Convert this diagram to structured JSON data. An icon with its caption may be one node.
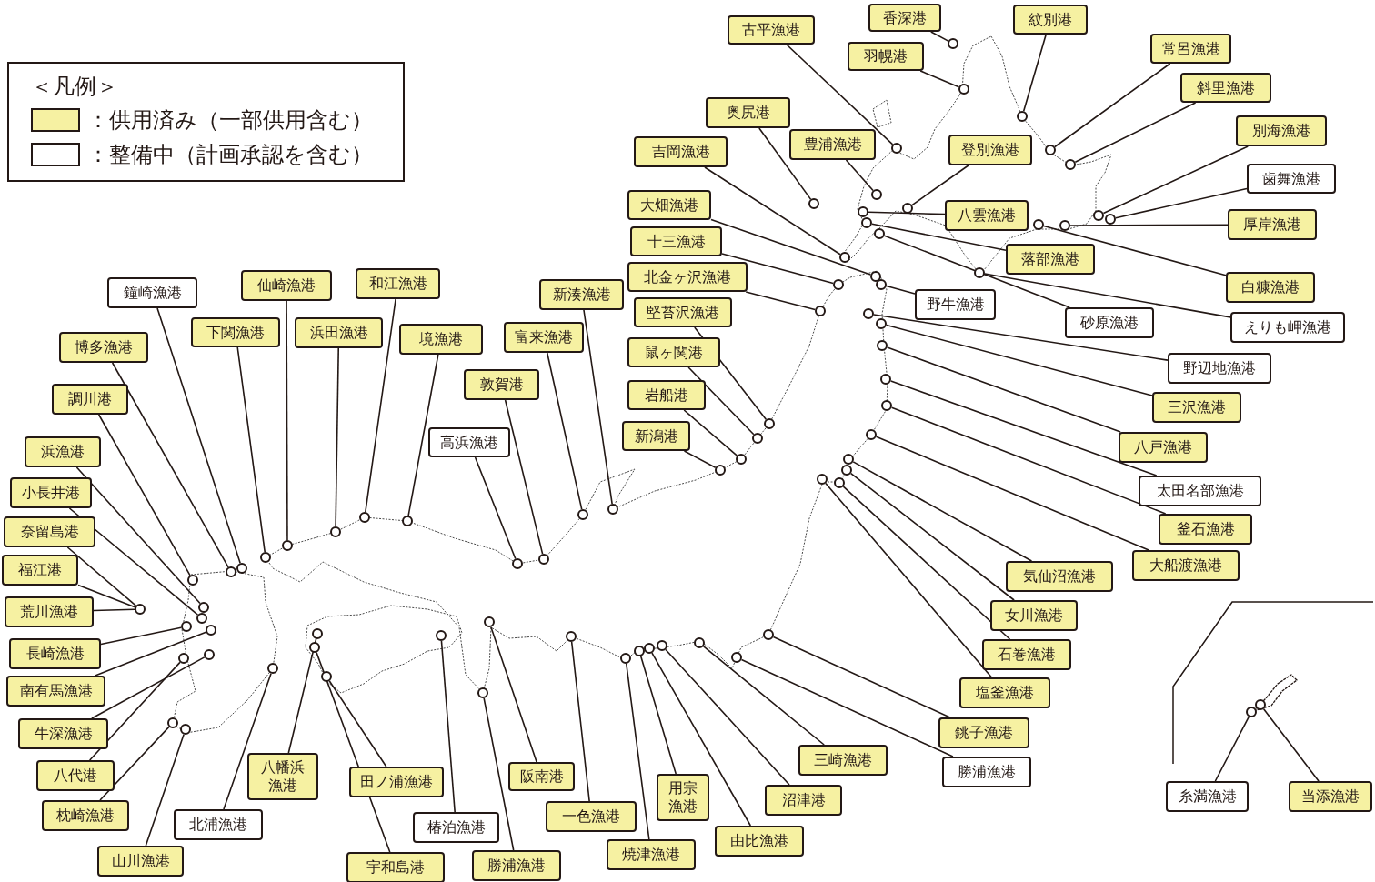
{
  "diagram": {
    "nodes": [
      {
        "text": [
          "古平漁港"
        ]
      },
      {
        "text": [
          "香深港"
        ]
      },
      {
        "text": [
          "羽幌港"
        ]
      },
      {
        "text": [
          "紋別港"
        ]
      },
      {
        "text": [
          "常呂漁港"
        ]
      },
      {
        "text": [
          "斜里漁港"
        ]
      },
      {
        "text": [
          "別海漁港"
        ]
      },
      {
        "text": [
          "歯舞漁港"
        ]
      },
      {
        "text": [
          "厚岸漁港"
        ]
      },
      {
        "text": [
          "白糠漁港"
        ]
      },
      {
        "text": [
          "えりも岬漁港"
        ]
      },
      {
        "text": [
          "砂原漁港"
        ]
      },
      {
        "text": [
          "落部漁港"
        ]
      },
      {
        "text": [
          "八雲漁港"
        ]
      },
      {
        "text": [
          "登別漁港"
        ]
      },
      {
        "text": [
          "豊浦漁港"
        ]
      },
      {
        "text": [
          "奥尻港"
        ]
      },
      {
        "text": [
          "吉岡漁港"
        ]
      },
      {
        "text": [
          "大畑漁港"
        ]
      },
      {
        "text": [
          "十三漁港"
        ]
      },
      {
        "text": [
          "北金ヶ沢漁港"
        ]
      },
      {
        "text": [
          "野牛漁港"
        ]
      },
      {
        "text": [
          "堅苔沢漁港"
        ]
      },
      {
        "text": [
          "鼠ヶ関港"
        ]
      },
      {
        "text": [
          "岩船港"
        ]
      },
      {
        "text": [
          "新潟港"
        ]
      },
      {
        "text": [
          "野辺地漁港"
        ]
      },
      {
        "text": [
          "三沢漁港"
        ]
      },
      {
        "text": [
          "八戸漁港"
        ]
      },
      {
        "text": [
          "太田名部漁港"
        ]
      },
      {
        "text": [
          "釜石漁港"
        ]
      },
      {
        "text": [
          "大船渡漁港"
        ]
      },
      {
        "text": [
          "気仙沼漁港"
        ]
      },
      {
        "text": [
          "女川漁港"
        ]
      },
      {
        "text": [
          "石巻漁港"
        ]
      },
      {
        "text": [
          "塩釜漁港"
        ]
      },
      {
        "text": [
          "銚子漁港"
        ]
      },
      {
        "text": [
          "勝浦漁港"
        ]
      },
      {
        "text": [
          "三崎漁港"
        ]
      },
      {
        "text": [
          "沼津港"
        ]
      },
      {
        "text": [
          "由比漁港"
        ]
      },
      {
        "text": [
          "用宗漁港"
        ]
      },
      {
        "text": [
          "焼津漁港"
        ]
      },
      {
        "text": [
          "一色漁港"
        ]
      },
      {
        "text": [
          "阪南港"
        ]
      },
      {
        "text": [
          "勝浦漁港"
        ]
      },
      {
        "text": [
          "椿泊漁港"
        ]
      },
      {
        "text": [
          "宇和島港"
        ]
      },
      {
        "text": [
          "田ノ浦漁港"
        ]
      },
      {
        "text": [
          "八幡浜漁港"
        ]
      },
      {
        "text": [
          "北浦漁港"
        ]
      },
      {
        "text": [
          "山川漁港"
        ]
      },
      {
        "text": [
          "枕崎漁港"
        ]
      },
      {
        "text": [
          "八代港"
        ]
      },
      {
        "text": [
          "牛深漁港"
        ]
      },
      {
        "text": [
          "南有馬漁港"
        ]
      },
      {
        "text": [
          "長崎漁港"
        ]
      },
      {
        "text": [
          "荒川漁港"
        ]
      },
      {
        "text": [
          "福江港"
        ]
      },
      {
        "text": [
          "奈留島港"
        ]
      },
      {
        "text": [
          "小長井港"
        ]
      },
      {
        "text": [
          "浜漁港"
        ]
      },
      {
        "text": [
          "調川港"
        ]
      },
      {
        "text": [
          "博多漁港"
        ]
      },
      {
        "text": [
          "鐘崎漁港"
        ]
      },
      {
        "text": [
          "下関漁港"
        ]
      },
      {
        "text": [
          "仙崎漁港"
        ]
      },
      {
        "text": [
          "浜田漁港"
        ]
      },
      {
        "text": [
          "和江漁港"
        ]
      },
      {
        "text": [
          "境漁港"
        ]
      },
      {
        "text": [
          "高浜漁港"
        ]
      },
      {
        "text": [
          "敦賀港"
        ]
      },
      {
        "text": [
          "富来漁港"
        ]
      },
      {
        "text": [
          "新湊漁港"
        ]
      },
      {
        "text": [
          "糸満漁港"
        ]
      },
      {
        "text": [
          "当添漁港"
        ]
      },
      {
        "text": [],
        "shape": "circle"
      },
      {
        "text": [],
        "shape": "circle"
      },
      {
        "text": [],
        "shape": "circle"
      },
      {
        "text": [],
        "shape": "circle"
      },
      {
        "text": [],
        "shape": "circle"
      },
      {
        "text": [],
        "shape": "circle"
      },
      {
        "text": [],
        "shape": "circle"
      },
      {
        "text": [],
        "shape": "circle"
      },
      {
        "text": [],
        "shape": "circle"
      },
      {
        "text": [],
        "shape": "circle"
      },
      {
        "text": [],
        "shape": "circle"
      },
      {
        "text": [],
        "shape": "circle"
      },
      {
        "text": [],
        "shape": "circle"
      },
      {
        "text": [],
        "shape": "circle"
      },
      {
        "text": [],
        "shape": "circle"
      },
      {
        "text": [],
        "shape": "circle"
      },
      {
        "text": [],
        "shape": "circle"
      },
      {
        "text": [],
        "shape": "circle"
      },
      {
        "text": [],
        "shape": "circle"
      },
      {
        "text": [],
        "shape": "circle"
      },
      {
        "text": [],
        "shape": "circle"
      },
      {
        "text": [],
        "shape": "circle"
      },
      {
        "text": [],
        "shape": "circle"
      },
      {
        "text": [],
        "shape": "circle"
      },
      {
        "text": [],
        "shape": "circle"
      },
      {
        "text": [],
        "shape": "circle"
      },
      {
        "text": [],
        "shape": "circle"
      },
      {
        "text": [],
        "shape": "circle"
      },
      {
        "text": [],
        "shape": "circle"
      },
      {
        "text": [],
        "shape": "circle"
      },
      {
        "text": [],
        "shape": "circle"
      },
      {
        "text": [],
        "shape": "circle"
      },
      {
        "text": [],
        "shape": "circle"
      },
      {
        "text": [],
        "shape": "circle"
      },
      {
        "text": [],
        "shape": "circle"
      },
      {
        "text": [],
        "shape": "circle"
      },
      {
        "text": [],
        "shape": "circle"
      },
      {
        "text": [],
        "shape": "circle"
      },
      {
        "text": [],
        "shape": "circle"
      },
      {
        "text": [],
        "shape": "circle"
      },
      {
        "text": [],
        "shape": "circle"
      },
      {
        "text": [],
        "shape": "circle"
      },
      {
        "text": [],
        "shape": "circle"
      },
      {
        "text": [],
        "shape": "circle"
      },
      {
        "text": [],
        "shape": "circle"
      },
      {
        "text": [],
        "shape": "circle"
      },
      {
        "text": [],
        "shape": "circle"
      },
      {
        "text": [],
        "shape": "circle"
      },
      {
        "text": [],
        "shape": "circle"
      },
      {
        "text": [],
        "shape": "circle"
      },
      {
        "text": [],
        "shape": "circle"
      },
      {
        "text": [],
        "shape": "circle"
      },
      {
        "text": [],
        "shape": "circle"
      },
      {
        "text": [],
        "shape": "circle"
      },
      {
        "text": [],
        "shape": "circle"
      },
      {
        "text": [],
        "shape": "circle"
      },
      {
        "text": [],
        "shape": "circle"
      },
      {
        "text": [],
        "shape": "circle"
      },
      {
        "text": [],
        "shape": "circle"
      },
      {
        "text": [],
        "shape": "circle"
      },
      {
        "text": [],
        "shape": "circle"
      },
      {
        "text": [],
        "shape": "circle"
      },
      {
        "text": [],
        "shape": "circle"
      },
      {
        "text": [],
        "shape": "circle"
      },
      {
        "text": [],
        "shape": "circle"
      },
      {
        "text": [],
        "shape": "circle"
      },
      {
        "text": [],
        "shape": "circle"
      },
      {
        "text": [],
        "shape": "circle"
      },
      {
        "text": [],
        "shape": "circle"
      },
      {
        "text": [],
        "shape": "circle"
      },
      {
        "text": [],
        "shape": "circle"
      },
      {
        "text": [],
        "shape": "circle"
      },
      {
        "text": [],
        "shape": "circle"
      },
      {
        "text": [],
        "shape": "circle"
      }
    ],
    "edges": [
      {
        "from": 0,
        "to": 76,
        "arrow": "none"
      },
      {
        "from": 1,
        "to": 77,
        "arrow": "none"
      },
      {
        "from": 2,
        "to": 78,
        "arrow": "none"
      },
      {
        "from": 3,
        "to": 79,
        "arrow": "none"
      },
      {
        "from": 4,
        "to": 80,
        "arrow": "none"
      },
      {
        "from": 5,
        "to": 81,
        "arrow": "none"
      },
      {
        "from": 6,
        "to": 82,
        "arrow": "none"
      },
      {
        "from": 7,
        "to": 83,
        "arrow": "none"
      },
      {
        "from": 8,
        "to": 84,
        "arrow": "none"
      },
      {
        "from": 9,
        "to": 85,
        "arrow": "none"
      },
      {
        "from": 10,
        "to": 86,
        "arrow": "none"
      },
      {
        "from": 11,
        "to": 87,
        "arrow": "none"
      },
      {
        "from": 12,
        "to": 88,
        "arrow": "none"
      },
      {
        "from": 13,
        "to": 89,
        "arrow": "none"
      },
      {
        "from": 14,
        "to": 90,
        "arrow": "none"
      },
      {
        "from": 15,
        "to": 91,
        "arrow": "none"
      },
      {
        "from": 16,
        "to": 92,
        "arrow": "none"
      },
      {
        "from": 17,
        "to": 93,
        "arrow": "none"
      },
      {
        "from": 18,
        "to": 94,
        "arrow": "none"
      },
      {
        "from": 19,
        "to": 95,
        "arrow": "none"
      },
      {
        "from": 20,
        "to": 96,
        "arrow": "none"
      },
      {
        "from": 21,
        "to": 97,
        "arrow": "none"
      },
      {
        "from": 22,
        "to": 98,
        "arrow": "none"
      },
      {
        "from": 23,
        "to": 99,
        "arrow": "none"
      },
      {
        "from": 24,
        "to": 100,
        "arrow": "none"
      },
      {
        "from": 25,
        "to": 101,
        "arrow": "none"
      },
      {
        "from": 26,
        "to": 102,
        "arrow": "none"
      },
      {
        "from": 27,
        "to": 103,
        "arrow": "none"
      },
      {
        "from": 28,
        "to": 104,
        "arrow": "none"
      },
      {
        "from": 29,
        "to": 105,
        "arrow": "none"
      },
      {
        "from": 30,
        "to": 106,
        "arrow": "none"
      },
      {
        "from": 31,
        "to": 107,
        "arrow": "none"
      },
      {
        "from": 32,
        "to": 108,
        "arrow": "none"
      },
      {
        "from": 33,
        "to": 109,
        "arrow": "none"
      },
      {
        "from": 34,
        "to": 110,
        "arrow": "none"
      },
      {
        "from": 35,
        "to": 111,
        "arrow": "none"
      },
      {
        "from": 36,
        "to": 112,
        "arrow": "none"
      },
      {
        "from": 37,
        "to": 113,
        "arrow": "none"
      },
      {
        "from": 38,
        "to": 114,
        "arrow": "none"
      },
      {
        "from": 39,
        "to": 115,
        "arrow": "none"
      },
      {
        "from": 40,
        "to": 116,
        "arrow": "none"
      },
      {
        "from": 41,
        "to": 117,
        "arrow": "none"
      },
      {
        "from": 42,
        "to": 118,
        "arrow": "none"
      },
      {
        "from": 43,
        "to": 119,
        "arrow": "none"
      },
      {
        "from": 44,
        "to": 120,
        "arrow": "none"
      },
      {
        "from": 45,
        "to": 121,
        "arrow": "none"
      },
      {
        "from": 46,
        "to": 122,
        "arrow": "none"
      },
      {
        "from": 47,
        "to": 123,
        "arrow": "none"
      },
      {
        "from": 48,
        "to": 124,
        "arrow": "none"
      },
      {
        "from": 49,
        "to": 125,
        "arrow": "none"
      },
      {
        "from": 50,
        "to": 126,
        "arrow": "none"
      },
      {
        "from": 51,
        "to": 127,
        "arrow": "none"
      },
      {
        "from": 52,
        "to": 128,
        "arrow": "none"
      },
      {
        "from": 53,
        "to": 129,
        "arrow": "none"
      },
      {
        "from": 54,
        "to": 130,
        "arrow": "none"
      },
      {
        "from": 55,
        "to": 131,
        "arrow": "none"
      },
      {
        "from": 56,
        "to": 132,
        "arrow": "none"
      },
      {
        "from": 57,
        "to": 133,
        "arrow": "none"
      },
      {
        "from": 58,
        "to": 133,
        "arrow": "none"
      },
      {
        "from": 59,
        "to": 133,
        "arrow": "none"
      },
      {
        "from": 60,
        "to": 134,
        "arrow": "none"
      },
      {
        "from": 61,
        "to": 135,
        "arrow": "none"
      },
      {
        "from": 62,
        "to": 136,
        "arrow": "none"
      },
      {
        "from": 63,
        "to": 137,
        "arrow": "none"
      },
      {
        "from": 64,
        "to": 138,
        "arrow": "none"
      },
      {
        "from": 65,
        "to": 139,
        "arrow": "none"
      },
      {
        "from": 66,
        "to": 140,
        "arrow": "none"
      },
      {
        "from": 67,
        "to": 141,
        "arrow": "none"
      },
      {
        "from": 68,
        "to": 142,
        "arrow": "none"
      },
      {
        "from": 69,
        "to": 143,
        "arrow": "none"
      },
      {
        "from": 70,
        "to": 144,
        "arrow": "none"
      },
      {
        "from": 71,
        "to": 145,
        "arrow": "none"
      },
      {
        "from": 72,
        "to": 146,
        "arrow": "none"
      },
      {
        "from": 73,
        "to": 147,
        "arrow": "none"
      },
      {
        "from": 74,
        "to": 148,
        "arrow": "none"
      },
      {
        "from": 75,
        "to": 149,
        "arrow": "none"
      }
    ],
    "labels": [
      "＜凡例＞"
    ],
    "legend": [
      {
        "text": "：供用済み（一部供用含む）",
        "color": "#f6f1a2"
      },
      {
        "text": "：整備中（計画承認を含む）",
        "color": "#ffffff"
      }
    ]
  }
}
